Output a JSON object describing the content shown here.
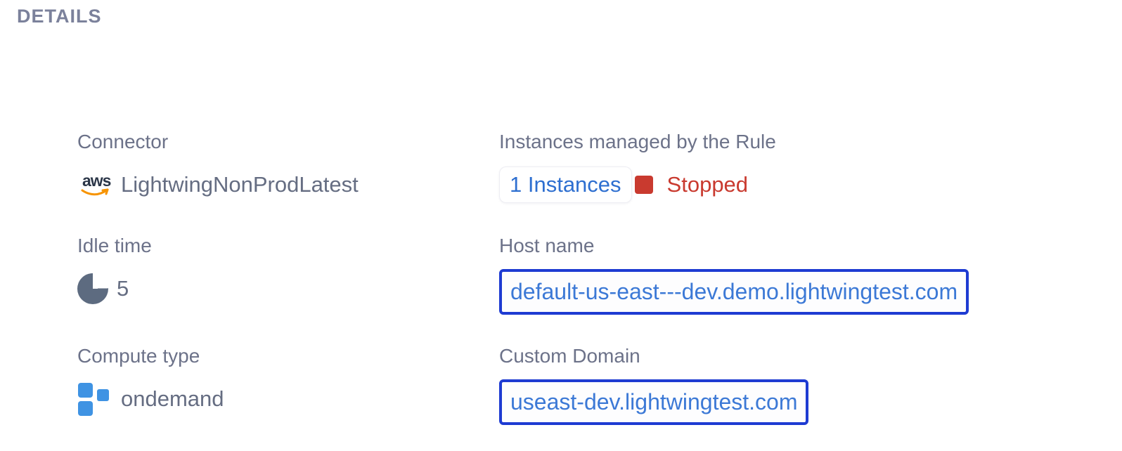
{
  "panel": {
    "title": "DETAILS"
  },
  "colors": {
    "title_gray": "#7b819b",
    "label_gray": "#6c7289",
    "value_gray": "#656d82",
    "link_blue": "#2e6fd0",
    "url_blue": "#3c79d6",
    "url_box_border_blue": "#1e3bd2",
    "status_red": "#c93a2f",
    "aws_dark": "#2b3648",
    "aws_orange": "#f79400",
    "pie_icon_slate": "#5d6b80",
    "compute_icon_blue": "#3f93e3"
  },
  "fields": {
    "connector": {
      "label": "Connector",
      "value": "LightwingNonProdLatest",
      "icon": "aws-logo-icon"
    },
    "instances": {
      "label": "Instances managed by the Rule",
      "count_link": "1 Instances",
      "status": "Stopped",
      "status_icon": "stopped-square-icon"
    },
    "idle_time": {
      "label": "Idle time",
      "value": "5",
      "icon": "pie-chart-icon"
    },
    "host_name": {
      "label": "Host name",
      "url": "default-us-east---dev.demo.lightwingtest.com"
    },
    "compute_type": {
      "label": "Compute type",
      "value": "ondemand",
      "icon": "compute-squares-icon"
    },
    "custom_domain": {
      "label": "Custom Domain",
      "url": "useast-dev.lightwingtest.com"
    }
  }
}
